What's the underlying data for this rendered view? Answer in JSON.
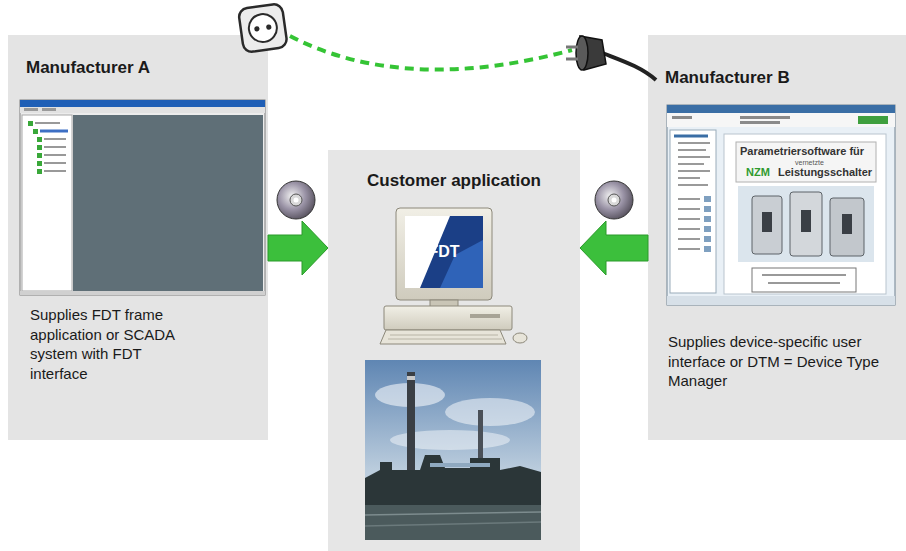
{
  "diagram": {
    "nodes": [
      {
        "text": [
          "Manufacturer A",
          "Supplies FDT frame application or SCADA system with FDT interface"
        ]
      },
      {
        "text": [
          "Customer application"
        ]
      },
      {
        "text": [
          "Manufacturer B",
          "Supplies device-specific user interface or DTM = Device Type Manager"
        ]
      }
    ],
    "edges": [
      {
        "from": 0,
        "to": 1,
        "arrow": "to"
      },
      {
        "from": 2,
        "to": 1,
        "arrow": "to"
      }
    ],
    "labels": [
      "FDT",
      "Parametriersoftware für",
      "vernetzte",
      "NZM",
      "Leistungsschalter"
    ]
  }
}
